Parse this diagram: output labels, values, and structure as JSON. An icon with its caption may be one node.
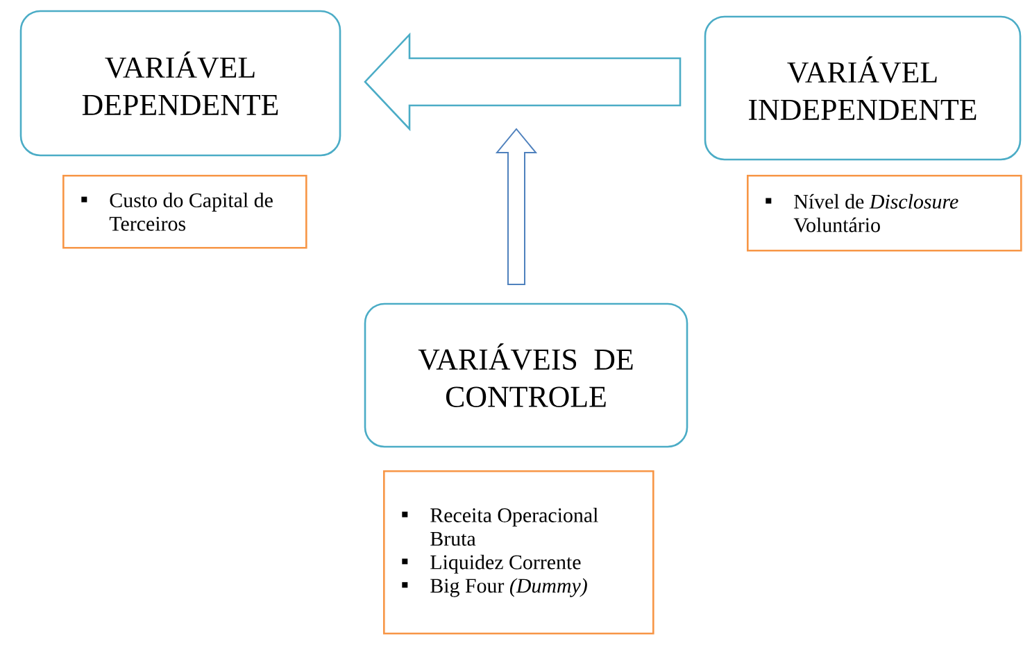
{
  "diagram": {
    "nodes": [
      {
        "text": [
          "VARIÁVEL DEPENDENTE"
        ]
      },
      {
        "text": [
          "VARIÁVEL INDEPENDENTE"
        ]
      },
      {
        "text": [
          "VARIÁVEIS DE CONTROLE"
        ]
      },
      {
        "text": [
          "Custo do Capital de Terceiros"
        ]
      },
      {
        "text": [
          "Nível de *Disclosure* Voluntário"
        ]
      },
      {
        "text": [
          "Receita Operacional Bruta",
          "Liquidez Corrente",
          "Big Four *(Dummy)*"
        ]
      }
    ],
    "edges": [
      {
        "from": 1,
        "to": 0,
        "arrow": "to"
      },
      {
        "from": 2,
        "to": null,
        "arrow": "to"
      }
    ]
  }
}
